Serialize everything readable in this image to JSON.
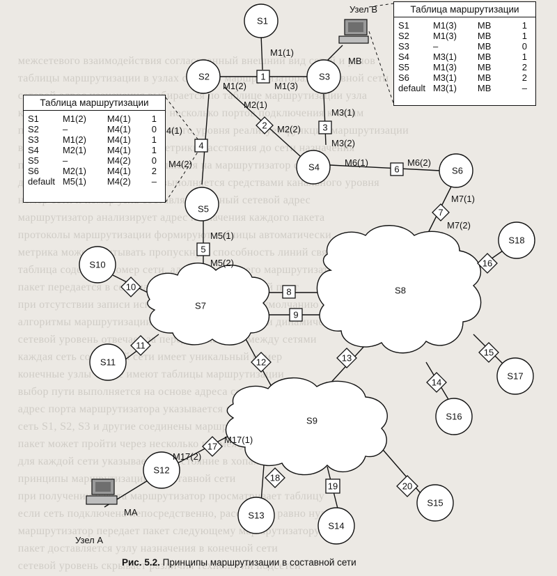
{
  "caption": {
    "prefix": "Рис. 5.2.",
    "text": "Принципы маршрутизации в составной сети"
  },
  "nodes": [
    {
      "id": "S1",
      "label": "S1"
    },
    {
      "id": "S2",
      "label": "S2"
    },
    {
      "id": "S3",
      "label": "S3"
    },
    {
      "id": "S4",
      "label": "S4"
    },
    {
      "id": "S5",
      "label": "S5"
    },
    {
      "id": "S6",
      "label": "S6"
    },
    {
      "id": "S7",
      "label": "S7"
    },
    {
      "id": "S8",
      "label": "S8"
    },
    {
      "id": "S9",
      "label": "S9"
    },
    {
      "id": "S10",
      "label": "S10"
    },
    {
      "id": "S11",
      "label": "S11"
    },
    {
      "id": "S12",
      "label": "S12"
    },
    {
      "id": "S13",
      "label": "S13"
    },
    {
      "id": "S14",
      "label": "S14"
    },
    {
      "id": "S15",
      "label": "S15"
    },
    {
      "id": "S16",
      "label": "S16"
    },
    {
      "id": "S17",
      "label": "S17"
    },
    {
      "id": "S18",
      "label": "S18"
    }
  ],
  "routers": [
    "1",
    "2",
    "3",
    "4",
    "5",
    "6",
    "7",
    "8",
    "9",
    "10",
    "11",
    "12",
    "13",
    "14",
    "15",
    "16",
    "17",
    "18",
    "19",
    "20"
  ],
  "ports": [
    "M1(1)",
    "M1(2)",
    "M1(3)",
    "M2(1)",
    "M2(2)",
    "M3(1)",
    "M3(2)",
    "M4(1)",
    "M4(2)",
    "M5(1)",
    "M5(2)",
    "M6(1)",
    "M6(2)",
    "M7(1)",
    "M7(2)",
    "M17(1)",
    "M17(2)"
  ],
  "hosts": {
    "b": {
      "label": "Узел В",
      "port": "MB"
    },
    "a": {
      "label": "Узел А",
      "port": "MA"
    }
  },
  "table_left": {
    "title": "Таблица маршрутизации",
    "rows": [
      [
        "S1",
        "M1(2)",
        "M4(1)",
        "1"
      ],
      [
        "S2",
        "–",
        "M4(1)",
        "0"
      ],
      [
        "S3",
        "M1(2)",
        "M4(1)",
        "1"
      ],
      [
        "S4",
        "M2(1)",
        "M4(1)",
        "1"
      ],
      [
        "S5",
        "–",
        "M4(2)",
        "0"
      ],
      [
        "S6",
        "M2(1)",
        "M4(1)",
        "2"
      ],
      [
        "default",
        "M5(1)",
        "M4(2)",
        "–"
      ]
    ]
  },
  "table_right": {
    "title": "Таблица маршрутизации",
    "rows": [
      [
        "S1",
        "M1(3)",
        "MB",
        "1"
      ],
      [
        "S2",
        "M1(3)",
        "MB",
        "1"
      ],
      [
        "S3",
        "–",
        "MB",
        "0"
      ],
      [
        "S4",
        "M3(1)",
        "MB",
        "1"
      ],
      [
        "S5",
        "M1(3)",
        "MB",
        "2"
      ],
      [
        "S6",
        "M3(1)",
        "MB",
        "2"
      ],
      [
        "default",
        "M3(1)",
        "MB",
        "–"
      ]
    ]
  }
}
